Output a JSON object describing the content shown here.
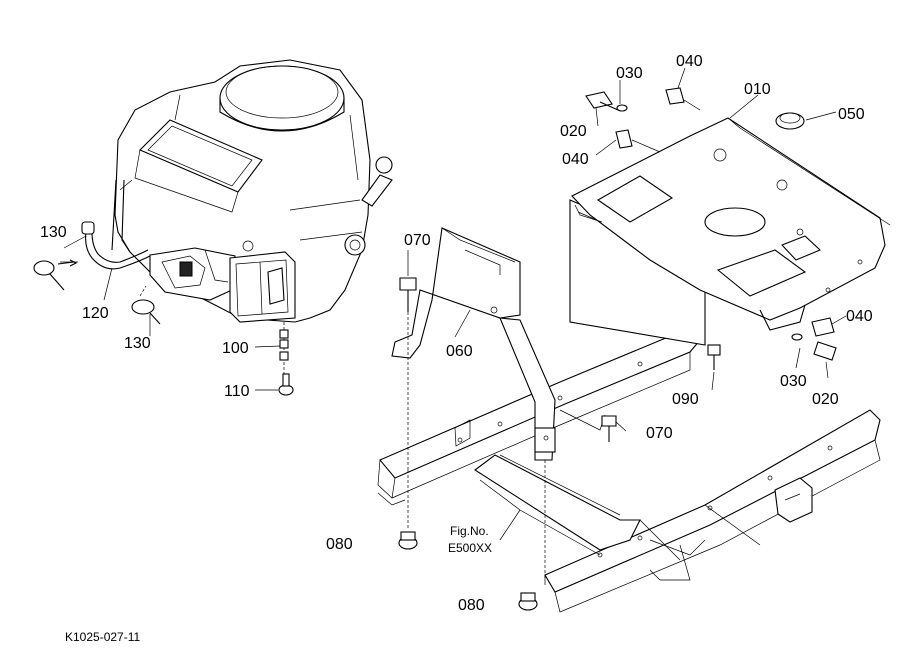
{
  "figure": {
    "drawing_code": "K1025-027-11",
    "callouts": [
      "010",
      "020",
      "030",
      "040",
      "050",
      "060",
      "070",
      "080",
      "090",
      "100",
      "110",
      "120",
      "130"
    ],
    "reference": {
      "label": "Fig.No.",
      "number": "E500XX"
    }
  },
  "labels": {
    "l010": "010",
    "l020_top": "020",
    "l020_right": "020",
    "l030_top": "030",
    "l030_right": "030",
    "l040_top": "040",
    "l040_mid": "040",
    "l040_right": "040",
    "l050": "050",
    "l060": "060",
    "l070_top": "070",
    "l070_mid": "070",
    "l080_left": "080",
    "l080_bottom": "080",
    "l090": "090",
    "l100": "100",
    "l110": "110",
    "l120": "120",
    "l130_top": "130",
    "l130_bottom": "130"
  }
}
